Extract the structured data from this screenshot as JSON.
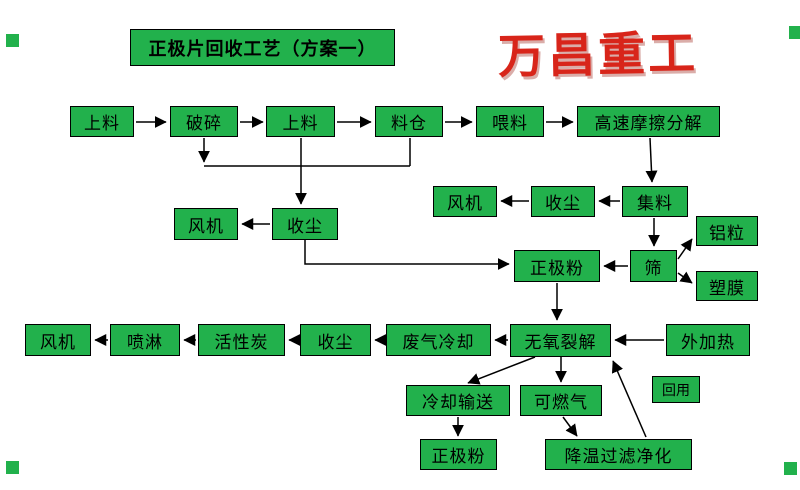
{
  "title": "正极片回收工艺（方案一）",
  "watermark": "万昌重工",
  "colors": {
    "node_fill": "#22b14c",
    "node_border": "#000000",
    "watermark": "#d8251a",
    "line": "#000000"
  },
  "nodes": [
    {
      "id": "feed-1",
      "label": "上料"
    },
    {
      "id": "crusher",
      "label": "破碎"
    },
    {
      "id": "feed-2",
      "label": "上料"
    },
    {
      "id": "silo",
      "label": "料仓"
    },
    {
      "id": "feeder",
      "label": "喂料"
    },
    {
      "id": "friction-decomposer",
      "label": "高速摩擦分解"
    },
    {
      "id": "fan-right",
      "label": "风机"
    },
    {
      "id": "dust-collector-right",
      "label": "收尘"
    },
    {
      "id": "material-collector",
      "label": "集料"
    },
    {
      "id": "fan-mid",
      "label": "风机"
    },
    {
      "id": "dust-collector-mid",
      "label": "收尘"
    },
    {
      "id": "sieve",
      "label": "筛"
    },
    {
      "id": "aluminum-granules",
      "label": "铝粒"
    },
    {
      "id": "plastic-film",
      "label": "塑膜"
    },
    {
      "id": "cathode-powder-1",
      "label": "正极粉"
    },
    {
      "id": "fan-left",
      "label": "风机"
    },
    {
      "id": "spray",
      "label": "喷淋"
    },
    {
      "id": "activated-carbon",
      "label": "活性炭"
    },
    {
      "id": "dust-collector-left",
      "label": "收尘"
    },
    {
      "id": "exhaust-gas-cooling",
      "label": "废气冷却"
    },
    {
      "id": "oxygen-free-pyrolysis",
      "label": "无氧裂解"
    },
    {
      "id": "external-heating",
      "label": "外加热"
    },
    {
      "id": "cooling-conveyor",
      "label": "冷却输送"
    },
    {
      "id": "combustible-gas",
      "label": "可燃气"
    },
    {
      "id": "reuse",
      "label": "回用"
    },
    {
      "id": "cathode-powder-2",
      "label": "正极粉"
    },
    {
      "id": "cooling-filter-purification",
      "label": "降温过滤净化"
    }
  ],
  "connections": [
    {
      "from": "feed-1",
      "to": "crusher"
    },
    {
      "from": "crusher",
      "to": "feed-2"
    },
    {
      "from": "feed-2",
      "to": "silo"
    },
    {
      "from": "silo",
      "to": "feeder"
    },
    {
      "from": "feeder",
      "to": "friction-decomposer"
    },
    {
      "from": "friction-decomposer",
      "to": "material-collector"
    },
    {
      "from": "material-collector",
      "to": "dust-collector-right"
    },
    {
      "from": "dust-collector-right",
      "to": "fan-right"
    },
    {
      "from": "crusher",
      "to": "dust-collector-mid"
    },
    {
      "from": "feed-2",
      "to": "dust-collector-mid"
    },
    {
      "from": "silo",
      "to": "dust-collector-mid"
    },
    {
      "from": "dust-collector-mid",
      "to": "fan-mid"
    },
    {
      "from": "dust-collector-mid",
      "to": "cathode-powder-1"
    },
    {
      "from": "material-collector",
      "to": "sieve"
    },
    {
      "from": "sieve",
      "to": "aluminum-granules"
    },
    {
      "from": "sieve",
      "to": "plastic-film"
    },
    {
      "from": "sieve",
      "to": "cathode-powder-1"
    },
    {
      "from": "cathode-powder-1",
      "to": "oxygen-free-pyrolysis"
    },
    {
      "from": "external-heating",
      "to": "oxygen-free-pyrolysis"
    },
    {
      "from": "oxygen-free-pyrolysis",
      "to": "exhaust-gas-cooling"
    },
    {
      "from": "exhaust-gas-cooling",
      "to": "dust-collector-left"
    },
    {
      "from": "dust-collector-left",
      "to": "activated-carbon"
    },
    {
      "from": "activated-carbon",
      "to": "spray"
    },
    {
      "from": "spray",
      "to": "fan-left"
    },
    {
      "from": "oxygen-free-pyrolysis",
      "to": "cooling-conveyor"
    },
    {
      "from": "oxygen-free-pyrolysis",
      "to": "combustible-gas"
    },
    {
      "from": "cooling-conveyor",
      "to": "cathode-powder-2"
    },
    {
      "from": "combustible-gas",
      "to": "cooling-filter-purification"
    },
    {
      "from": "cooling-filter-purification",
      "to": "oxygen-free-pyrolysis",
      "label": "回用"
    }
  ]
}
